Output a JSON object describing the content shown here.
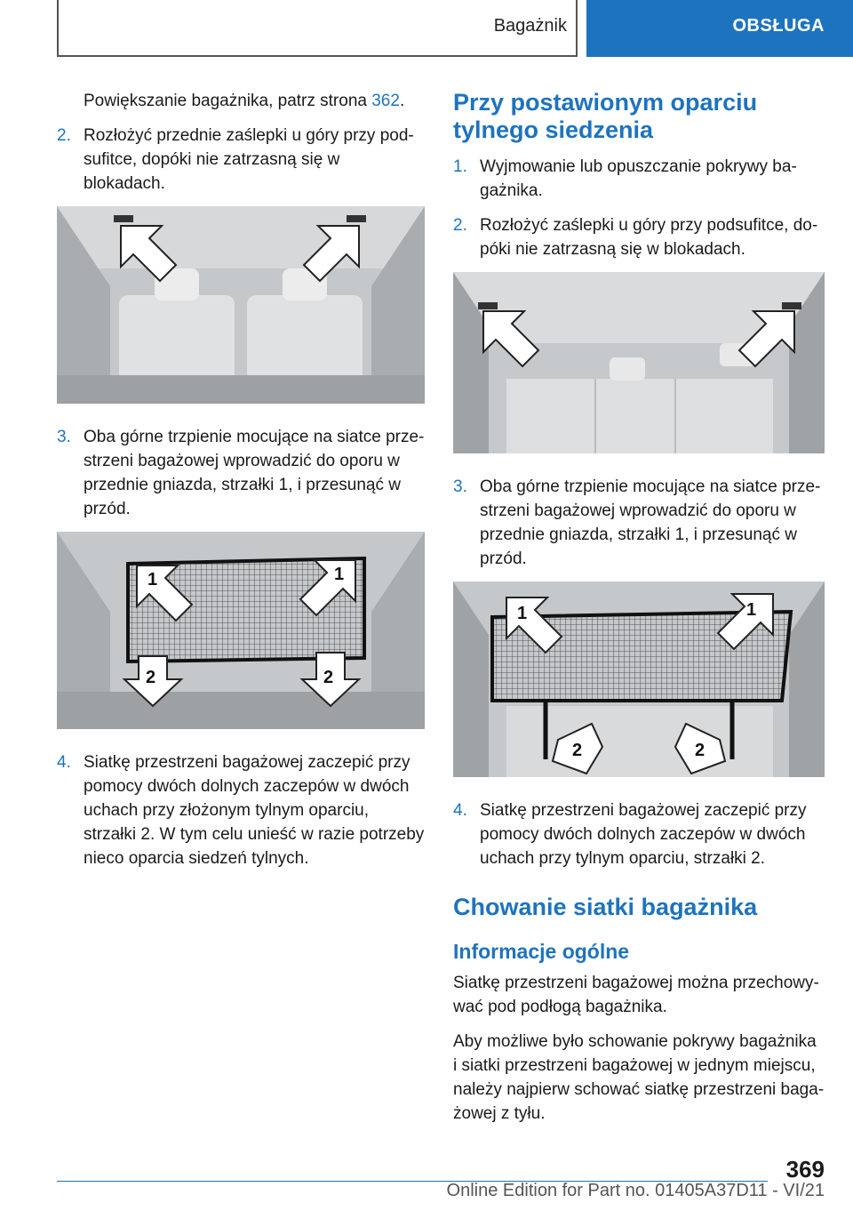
{
  "header": {
    "section": "Bagażnik",
    "tab": "OBSŁUGA"
  },
  "left": {
    "intro_text": "Powiększanie bagażnika, patrz strona ",
    "intro_link": "362",
    "intro_end": ".",
    "step2": {
      "num": "2.",
      "text": "Rozłożyć przednie zaślepki u góry przy pod­sufitce, dopóki nie zatrzasną się w blokadach."
    },
    "step3": {
      "num": "3.",
      "text": "Oba górne trzpienie mocujące na siatce prze­strzeni bagażowej wprowadzić do oporu w przednie gniazda, strzałki 1, i przesunąć w przód."
    },
    "step4": {
      "num": "4.",
      "text": "Siatkę przestrzeni bagażowej zaczepić przy pomocy dwóch dolnych zaczepów w dwóch uchach przy złożonym tylnym oparciu, strzałki 2. W tym celu unieść w razie potrzeby nieco oparcia siedzeń tylnych."
    }
  },
  "right": {
    "heading1": "Przy postawionym oparciu tylnego siedzenia",
    "step1": {
      "num": "1.",
      "text": "Wyjmowanie lub opuszczanie pokrywy ba­gażnika."
    },
    "step2": {
      "num": "2.",
      "text": "Rozłożyć zaślepki u góry przy podsufitce, do­póki nie zatrzasną się w blokadach."
    },
    "step3": {
      "num": "3.",
      "text": "Oba górne trzpienie mocujące na siatce prze­strzeni bagażowej wprowadzić do oporu w przednie gniazda, strzałki 1, i przesunąć w przód."
    },
    "step4": {
      "num": "4.",
      "text": "Siatkę przestrzeni bagażowej zaczepić przy pomocy dwóch dolnych zaczepów w dwóch uchach przy tylnym oparciu, strzałki 2."
    },
    "heading2": "Chowanie siatki bagażnika",
    "subheading": "Informacje ogólne",
    "para1": "Siatkę przestrzeni bagażowej można przechowy­wać pod podłogą bagażnika.",
    "para2": "Aby możliwe było schowanie pokrywy bagażnika i siatki przestrzeni bagażowej w jednym miejscu, należy najpierw schować siatkę przestrzeni baga­żowej z tyłu."
  },
  "figures": {
    "label1": "1",
    "label2": "2"
  },
  "page_number": "369",
  "footer": "Online Edition for Part no. 01405A37D11 - VI/21"
}
